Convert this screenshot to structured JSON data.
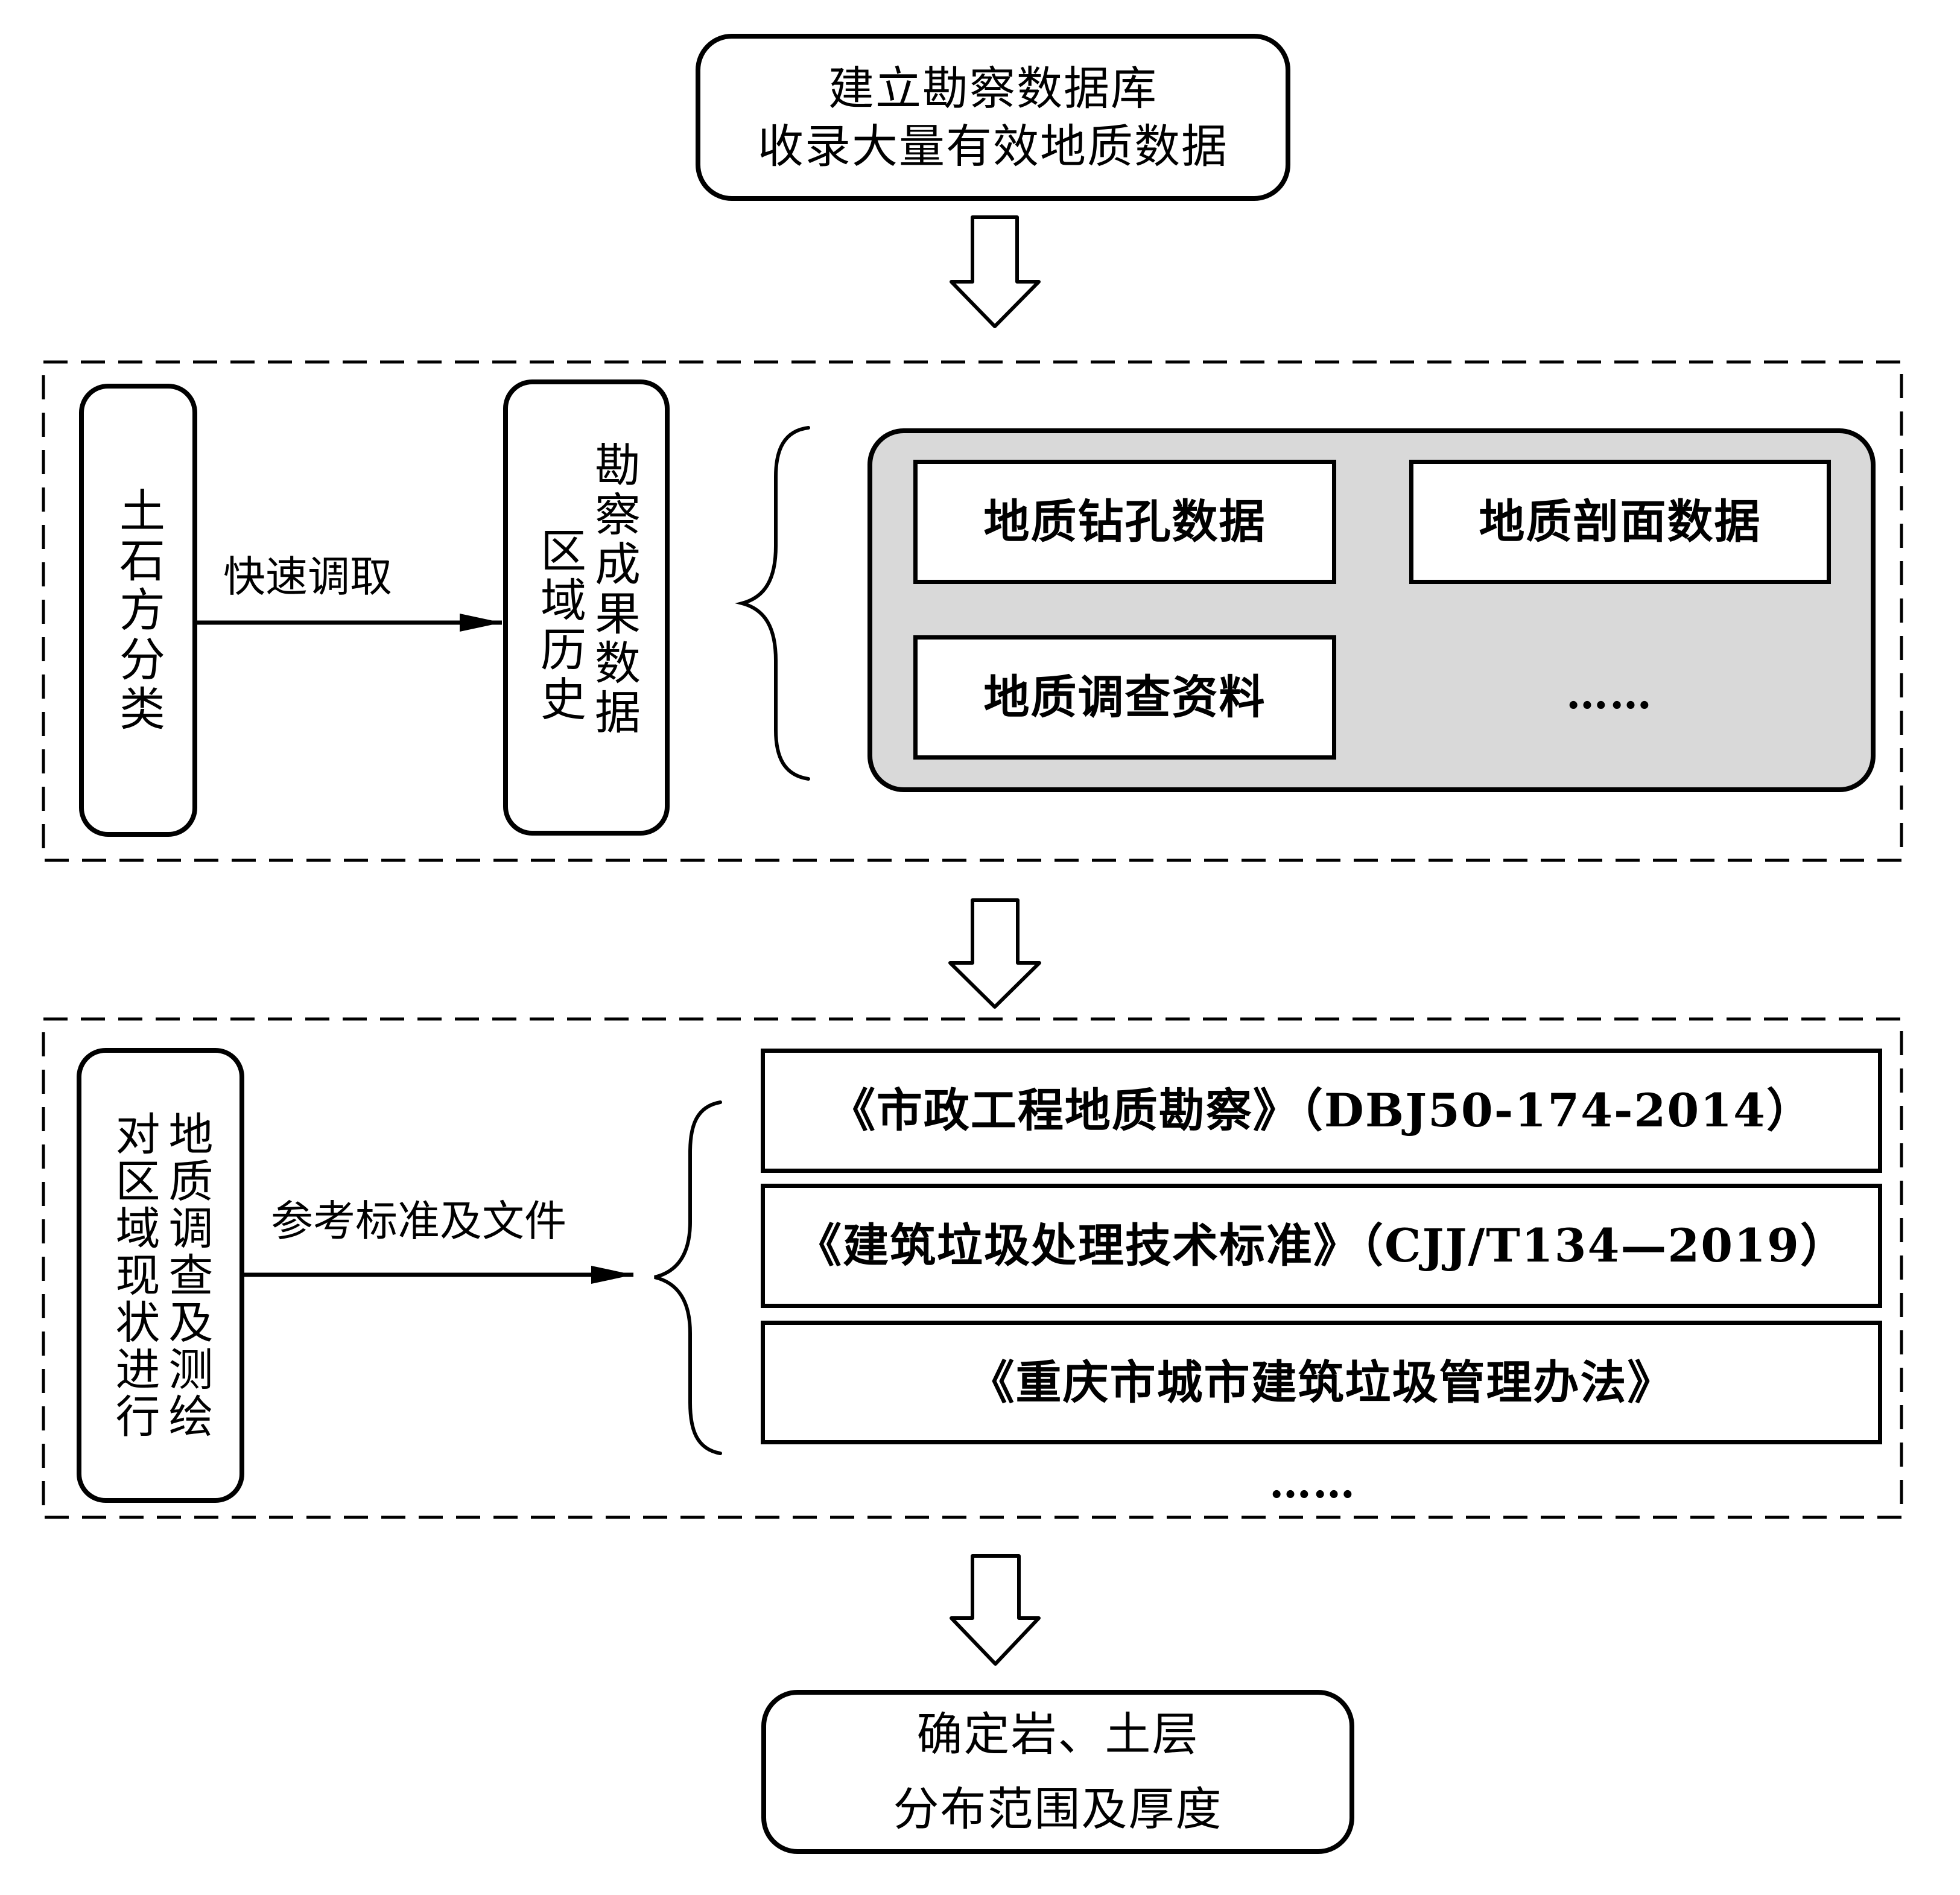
{
  "start": {
    "line1": "建立勘察数据库",
    "line2": "收录大量有效地质数据"
  },
  "section1": {
    "source_box": "土石方分类",
    "arrow_label": "快速调取",
    "target_box": {
      "col1": "区域历史",
      "col2": "勘察成果数据"
    },
    "data_items": [
      "地质钻孔数据",
      "地质剖面数据",
      "地质调查资料"
    ],
    "more": "……"
  },
  "section2": {
    "source_box": {
      "col1": "对区域现状进行",
      "col2": "地质调查及测绘"
    },
    "arrow_label": "参考标准及文件",
    "documents": [
      "《市政工程地质勘察》（DBJ50-174-2014）",
      "《建筑垃圾处理技术标准》（CJJ/T134—2019）",
      "《重庆市城市建筑垃圾管理办法》"
    ],
    "more": "……"
  },
  "result": {
    "line1": "确定岩、土层",
    "line2": "分布范围及厚度"
  },
  "colors": {
    "stroke": "#000000",
    "panel_fill": "#d9d9d9",
    "background": "#ffffff"
  }
}
